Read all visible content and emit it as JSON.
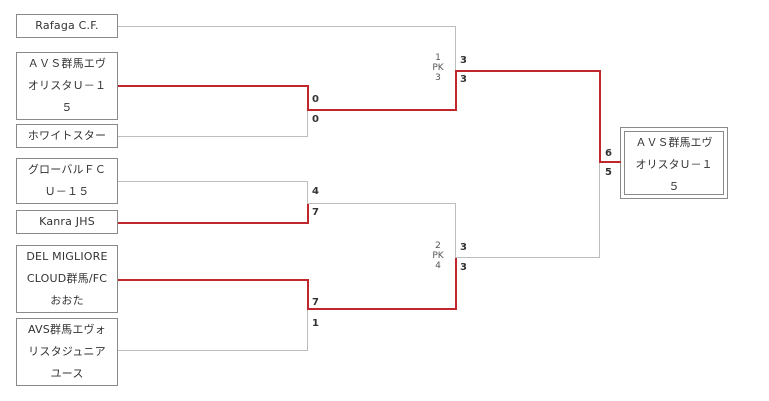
{
  "teams": [
    {
      "name": "Rafaga C.F."
    },
    {
      "name": "ＡＶＳ群馬エヴ\nオリスタＵ－１\n５"
    },
    {
      "name": "ホワイトスター"
    },
    {
      "name": "グローバルＦＣ\nＵ－１５"
    },
    {
      "name": "Kanra JHS"
    },
    {
      "name": "DEL MIGLIORE\nCLOUD群馬/FC\nおおた"
    },
    {
      "name": "AVS群馬エヴォ\nリスタジュニア\nユース"
    }
  ],
  "round1": [
    {
      "top_score": "0",
      "bottom_score": "0"
    },
    {
      "top_score": "4",
      "bottom_score": "7"
    },
    {
      "top_score": "7",
      "bottom_score": "1"
    }
  ],
  "semis": [
    {
      "number": "1",
      "pk_label": "PK",
      "pk_value": "3",
      "top_score": "3",
      "bottom_score": "3"
    },
    {
      "number": "2",
      "pk_label": "PK",
      "pk_value": "4",
      "top_score": "3",
      "bottom_score": "3"
    }
  ],
  "final": {
    "top_score": "6",
    "bottom_score": "5"
  },
  "champion": {
    "name": "ＡＶＳ群馬エヴ\nオリスタＵ－１\n５"
  },
  "colors": {
    "winner_line": "#c0272d",
    "loser_line": "#bdbdbd",
    "box_border": "#8a8a8a"
  }
}
